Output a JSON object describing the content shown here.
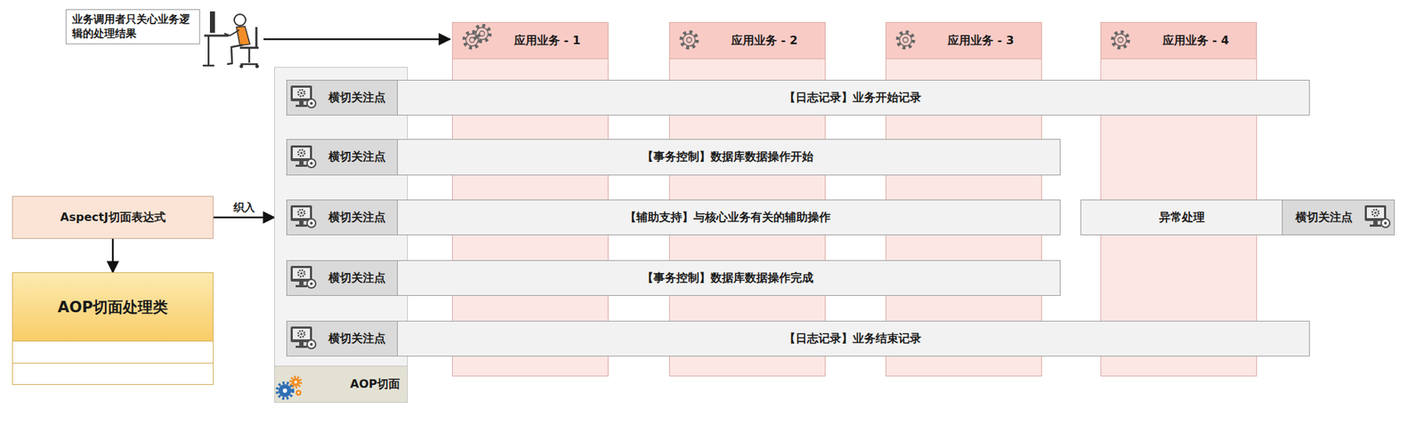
{
  "diagram": {
    "nodes": [
      {
        "text": [
          "业务调用者只关心业务逻辑的处理结果"
        ]
      },
      {
        "text": [
          "应用业务 - 1"
        ]
      },
      {
        "text": [
          "应用业务 - 2"
        ]
      },
      {
        "text": [
          "应用业务 - 3"
        ]
      },
      {
        "text": [
          "应用业务 - 4"
        ]
      },
      {
        "text": [
          "AspectJ切面表达式"
        ]
      },
      {
        "text": [
          "AOP切面处理类"
        ]
      },
      {
        "text": [
          "AOP切面"
        ]
      },
      {
        "text": [
          "横切关注点",
          "【日志记录】业务开始记录"
        ]
      },
      {
        "text": [
          "横切关注点",
          "【事务控制】数据库数据操作开始"
        ]
      },
      {
        "text": [
          "横切关注点",
          "【辅助支持】与核心业务有关的辅助操作"
        ]
      },
      {
        "text": [
          "异常处理",
          "横切关注点"
        ]
      },
      {
        "text": [
          "横切关注点",
          "【事务控制】数据库数据操作完成"
        ]
      },
      {
        "text": [
          "横切关注点",
          "【日志记录】业务结束记录"
        ]
      }
    ],
    "edges": [
      {
        "from": 5,
        "to": 7,
        "label": "织入",
        "arrow": "to"
      },
      {
        "from": 5,
        "to": 6,
        "arrow": "to"
      }
    ]
  }
}
